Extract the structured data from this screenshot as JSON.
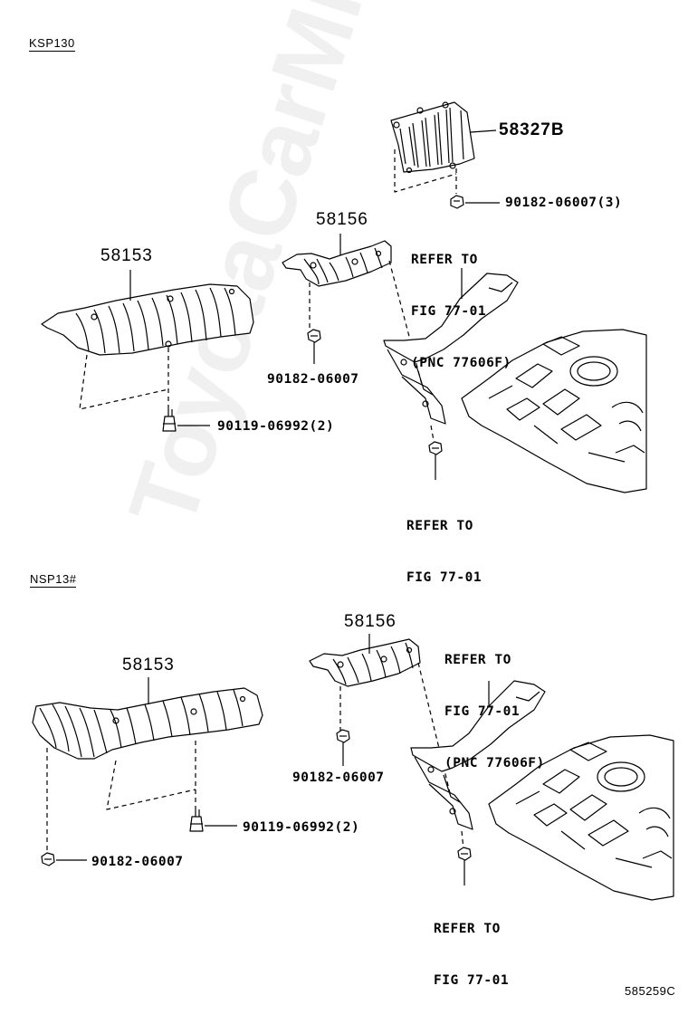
{
  "sections": {
    "top": "KSP130",
    "bottom": "NSP13#"
  },
  "top": {
    "part_58327b": "58327B",
    "part_58156": "58156",
    "part_58153": "58153",
    "nut_3": "90182-06007(3)",
    "nut": "90182-06007",
    "bolt_2": "90119-06992(2)",
    "refer_pnc": [
      "REFER TO",
      "FIG 77-01",
      "(PNC 77606F)"
    ],
    "refer": [
      "REFER TO",
      "FIG 77-01"
    ]
  },
  "bottom": {
    "part_58156": "58156",
    "part_58153": "58153",
    "nut": "90182-06007",
    "bolt_2": "90119-06992(2)",
    "nut_2": "90182-06007",
    "refer_pnc": [
      "REFER TO",
      "FIG 77-01",
      "(PNC 77606F)"
    ],
    "refer": [
      "REFER TO",
      "FIG 77-01"
    ]
  },
  "watermark": "ToyotaCarMine.ru",
  "figure_code": "585259C"
}
